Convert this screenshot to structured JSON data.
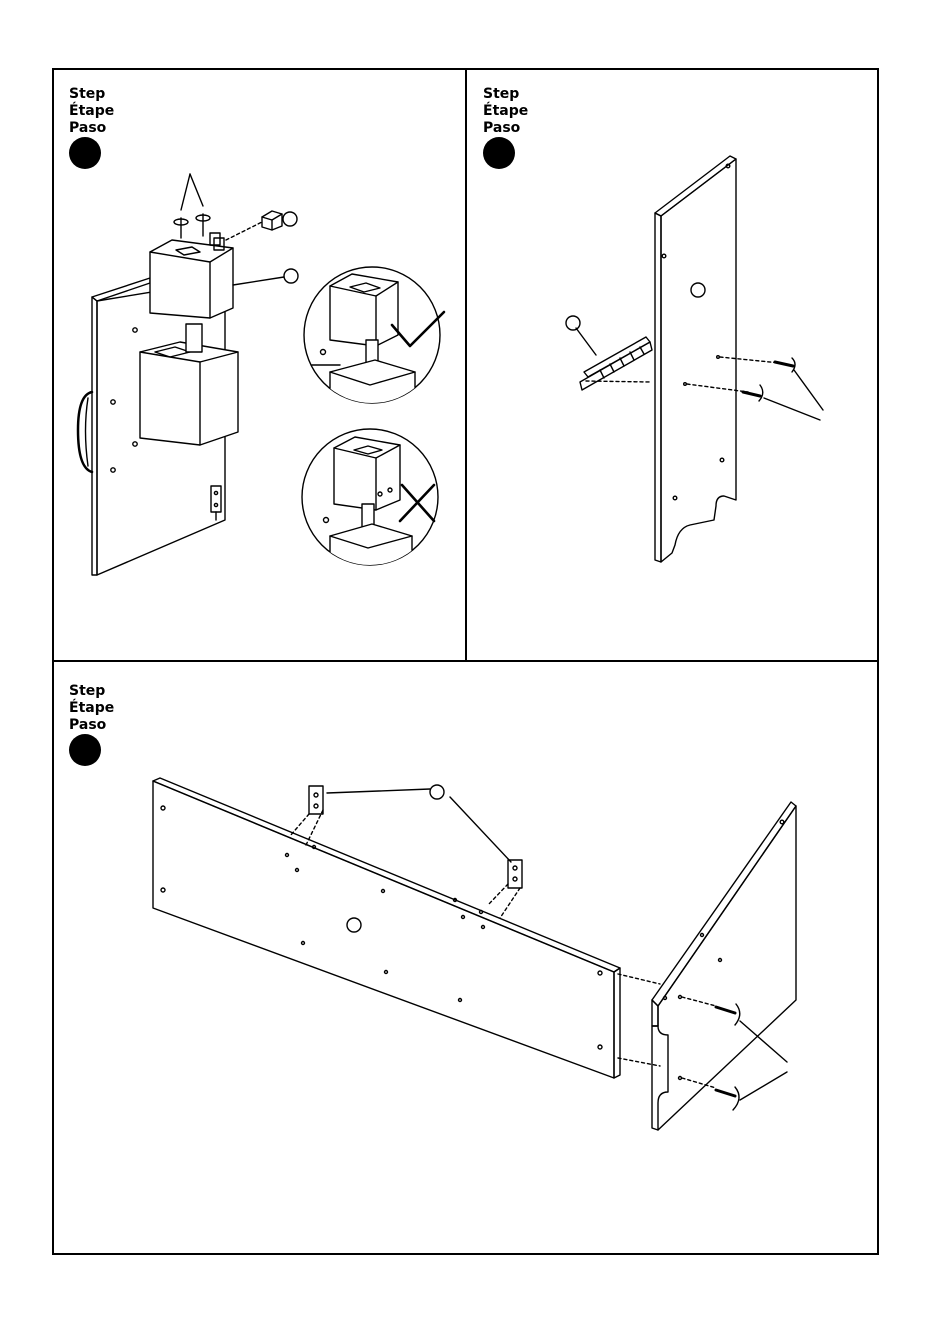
{
  "steps": [
    {
      "label_en": "Step",
      "label_fr": "Étape",
      "label_es": "Paso"
    },
    {
      "label_en": "Step",
      "label_fr": "Étape",
      "label_es": "Paso"
    },
    {
      "label_en": "Step",
      "label_fr": "Étape",
      "label_es": "Paso"
    }
  ],
  "illustrations": [
    "panel-with-hinge-and-drawer-blocks",
    "tall-side-panel-with-bracket-and-screws",
    "long-back-panel-with-brackets-and-side-panel"
  ],
  "indicators": {
    "correct": "check-icon",
    "incorrect": "cross-icon"
  }
}
